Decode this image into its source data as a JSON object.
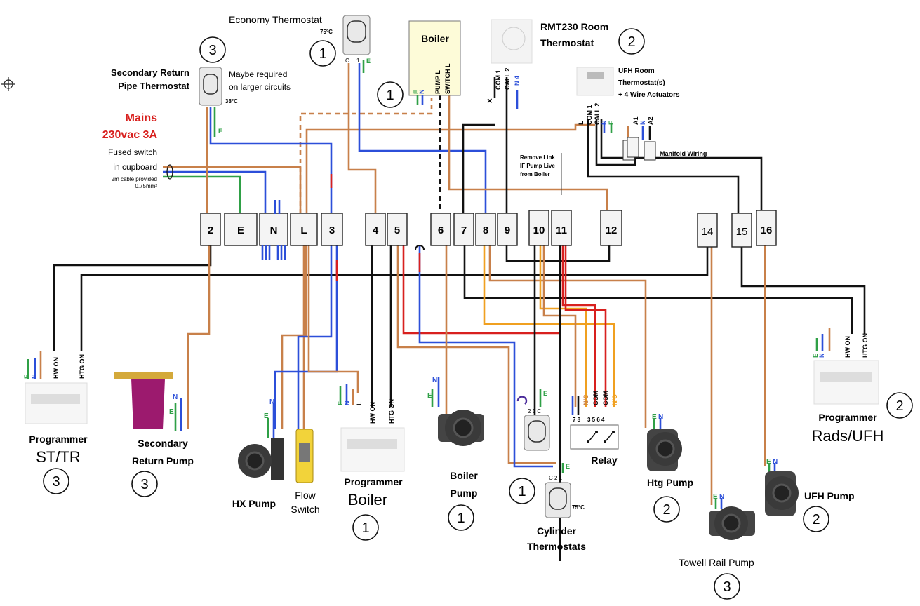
{
  "labels": {
    "economy_thermostat": "Economy Thermostat",
    "economy_temp": "75°C",
    "boiler": "Boiler",
    "rmt_line1": "RMT230 Room",
    "rmt_line2": "Thermostat",
    "ufh_line1": "UFH Room",
    "ufh_line2": "Thermostat(s)",
    "ufh_line3": "+ 4 Wire Actuators",
    "manifold_wiring": "Manifold Wiring",
    "secondary_return_line1": "Secondary Return",
    "secondary_return_line2": "Pipe Thermostat",
    "maybe_line1": "Maybe required",
    "maybe_line2": "on larger circuits",
    "temp_38": "38°C",
    "mains_line1": "Mains",
    "mains_line2": "230vac 3A",
    "fused_line1": "Fused switch",
    "fused_line2": "in cupboard",
    "cable_line1": "2m cable provided",
    "cable_line2": "0.75mm²",
    "remove_link_1": "Remove Link",
    "remove_link_2": "IF Pump Live",
    "remove_link_3": "from Boiler",
    "programmer_sttr_1": "Programmer",
    "programmer_sttr_2": "ST/TR",
    "secondary_pump_1": "Secondary",
    "secondary_pump_2": "Return Pump",
    "hx_pump": "HX Pump",
    "flow_switch_1": "Flow",
    "flow_switch_2": "Switch",
    "programmer_boiler_1": "Programmer",
    "programmer_boiler_2": "Boiler",
    "boiler_pump_1": "Boiler",
    "boiler_pump_2": "Pump",
    "cylinder_1": "Cylinder",
    "cylinder_2": "Thermostats",
    "cyl_temp": "75°C",
    "relay": "Relay",
    "htg_pump": "Htg Pump",
    "towel_rail_pump": "Towell Rail Pump",
    "ufh_pump": "UFH Pump",
    "programmer_rads_1": "Programmer",
    "programmer_rads_2": "Rads/UFH"
  },
  "terminals": [
    "2",
    "E",
    "N",
    "L",
    "3",
    "4",
    "5",
    "6",
    "7",
    "8",
    "9",
    "10",
    "11",
    "12",
    "14",
    "15",
    "16"
  ],
  "circuit_numbers": {
    "economy": "1",
    "boiler": "1",
    "rmt": "2",
    "secondary_thermostat": "3",
    "prog_sttr": "3",
    "secondary_pump": "3",
    "prog_boiler": "1",
    "boiler_pump": "1",
    "cylinder": "1",
    "htg_pump": "2",
    "towel_pump": "3",
    "ufh_pump": "2",
    "prog_rads": "2"
  },
  "small_text": {
    "com1": "COM 1",
    "call2": "CALL 2",
    "n4": "N 4",
    "pump_l": "PUMP L",
    "switch_l": "SWITCH L",
    "hw_on": "HW ON",
    "htg_on": "HTG ON",
    "e": "E",
    "n": "N",
    "l": "L",
    "c": "C",
    "one": "1",
    "a1": "A1",
    "a2": "A2",
    "c21": "C 2 1",
    "two1c": "2 1 C",
    "seventy8": "7 8",
    "relay_nums": "3 5 6 4",
    "nc": "N/C",
    "com": "COM",
    "no": "N/O"
  },
  "wire_colors": {
    "live": "#c8804a",
    "neutral": "#2c4fd9",
    "earth": "#2fa046",
    "switched": "#111111",
    "red": "#d8201e",
    "orange": "#f0a020"
  }
}
